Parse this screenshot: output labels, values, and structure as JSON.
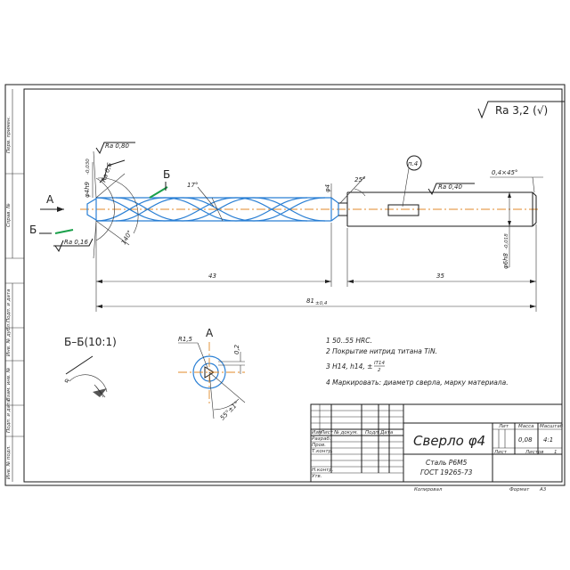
{
  "roughness": {
    "general": "Ra 3,2 (√)",
    "ra080": "Ra 0,80",
    "ra06": "Ra 0,6",
    "ra016": "Ra 0,16",
    "ra040": "Ra 0,40"
  },
  "dims": {
    "dia_tip": "φ4h9",
    "tol_tip": "-0,030",
    "d43": "43",
    "d35": "35",
    "d81": "81",
    "d81_tol": "±0,4",
    "ang17": "17°",
    "ang140": "140°",
    "ang25": "25°",
    "chamfer": "0,4×45°",
    "phi4": "φ4",
    "shank_dia": "φ6h8",
    "shank_tol": "-0,018",
    "balloon": "п.4",
    "r15": "R1,5",
    "d02": "0,2",
    "ang55": "55°±1°"
  },
  "views": {
    "section": "Б–Б(10:1)",
    "A_left": "А",
    "B_top": "Б",
    "B_bottom": "Б",
    "A_detail": "А"
  },
  "notes": {
    "n1": "1 50..55 HRC.",
    "n2": "2 Покрытие нитрид титана TiN.",
    "n3": "3 H14, h14, ±",
    "n3_frac_top": "IT14",
    "n3_frac_bot": "2",
    "n4": "4 Маркировать: диаметр сверла, марку материала."
  },
  "title_block": {
    "name": "Сверло φ4",
    "material_1": "Сталь Р6М5",
    "material_2": "ГОСТ 19265-73",
    "col_lit": "Лит",
    "col_mass": "Масса",
    "col_scale": "Масштаб",
    "mass": "0,08",
    "scale": "4:1",
    "sheet": "Лист",
    "sheets": "Листов",
    "sheets_count": "1",
    "row_izm": "Изм",
    "row_list": "Лист",
    "row_doc": "№ докум.",
    "row_sign": "Подп.",
    "row_date": "Дата",
    "razrab": "Разраб.",
    "prov": "Пров.",
    "tkontr": "Т.контр.",
    "nkontr": "Н.контр.",
    "utv": "Утв.",
    "copied": "Копировал",
    "format": "Формат",
    "format_val": "А3"
  },
  "sidebar": {
    "s1": "Перв. примен.",
    "s2": "Справ. №",
    "s3": "Подп. и дата",
    "s4": "Инв. № дубл.",
    "s5": "Взам. инв. №",
    "s6": "Подп. и дата",
    "s7": "Инв. № подл."
  }
}
